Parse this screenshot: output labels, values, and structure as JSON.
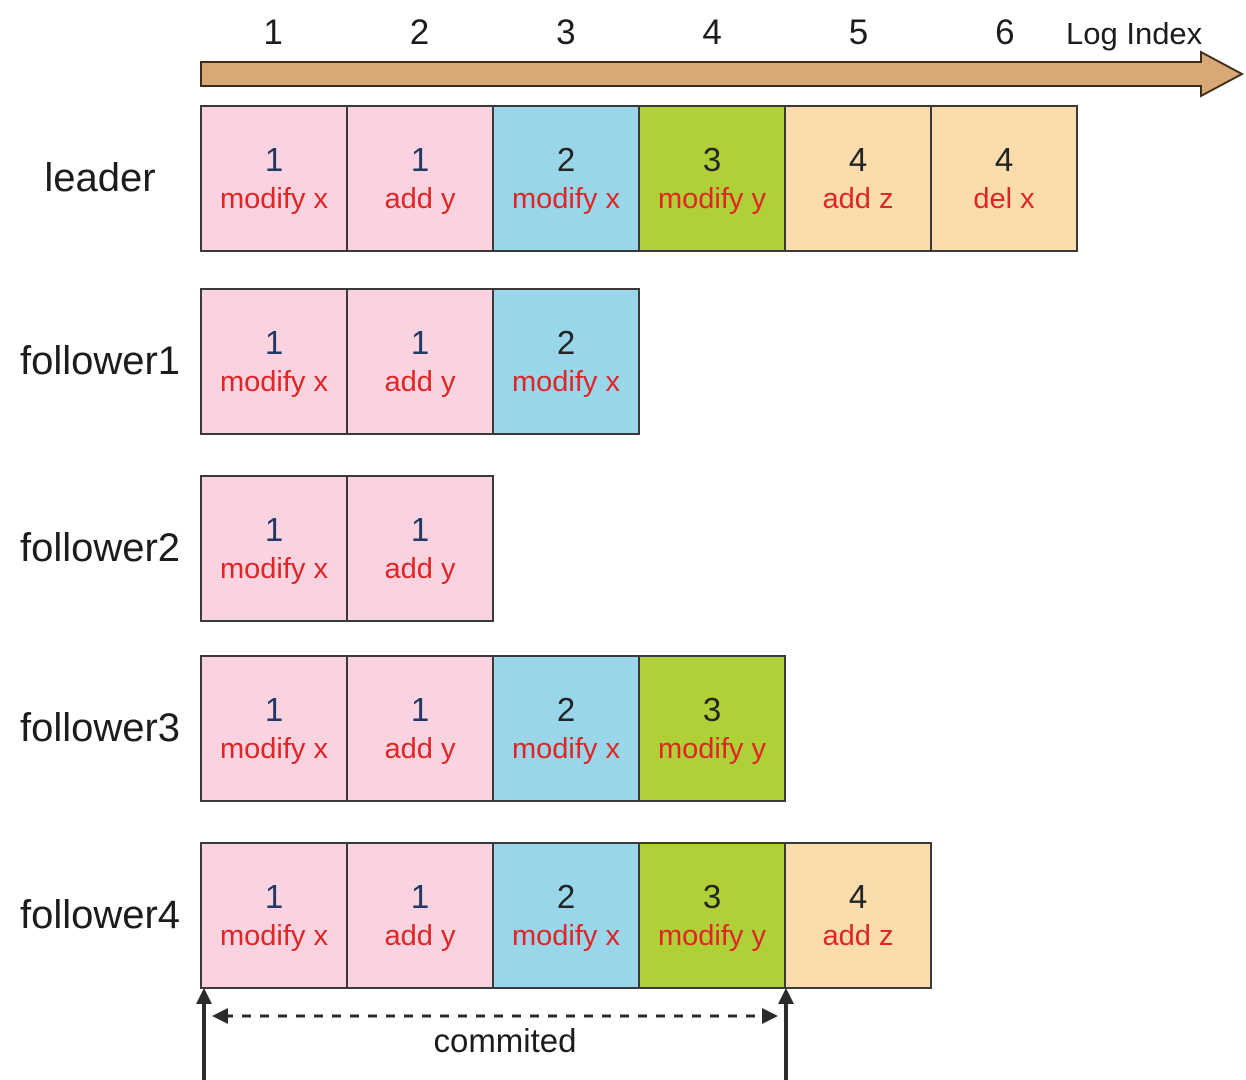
{
  "axis": {
    "label": "Log Index",
    "indices": [
      "1",
      "2",
      "3",
      "4",
      "5",
      "6"
    ]
  },
  "colors": {
    "term1_bg": "#FBD3E0",
    "term2_bg": "#99D6EA",
    "term3_bg": "#AFD036",
    "term4_bg": "#FBDCAD",
    "axis_arrow": "#D9A877",
    "axis_arrow_outline": "#3C2E1A",
    "cell_border": "#3A3A3A",
    "label_text": "#1C1C1C",
    "term_text_on_pink": "#1F3864",
    "term_text_dark": "#242424",
    "op_text": "#E02525",
    "marker": "#2B2B2B"
  },
  "rows": [
    {
      "label": "leader",
      "entries": [
        {
          "term": "1",
          "op": "modify x",
          "color": "term1_bg"
        },
        {
          "term": "1",
          "op": "add y",
          "color": "term1_bg"
        },
        {
          "term": "2",
          "op": "modify x",
          "color": "term2_bg"
        },
        {
          "term": "3",
          "op": "modify y",
          "color": "term3_bg"
        },
        {
          "term": "4",
          "op": "add z",
          "color": "term4_bg"
        },
        {
          "term": "4",
          "op": "del x",
          "color": "term4_bg"
        }
      ]
    },
    {
      "label": "follower1",
      "entries": [
        {
          "term": "1",
          "op": "modify x",
          "color": "term1_bg"
        },
        {
          "term": "1",
          "op": "add y",
          "color": "term1_bg"
        },
        {
          "term": "2",
          "op": "modify x",
          "color": "term2_bg"
        }
      ]
    },
    {
      "label": "follower2",
      "entries": [
        {
          "term": "1",
          "op": "modify x",
          "color": "term1_bg"
        },
        {
          "term": "1",
          "op": "add y",
          "color": "term1_bg"
        }
      ]
    },
    {
      "label": "follower3",
      "entries": [
        {
          "term": "1",
          "op": "modify x",
          "color": "term1_bg"
        },
        {
          "term": "1",
          "op": "add y",
          "color": "term1_bg"
        },
        {
          "term": "2",
          "op": "modify x",
          "color": "term2_bg"
        },
        {
          "term": "3",
          "op": "modify y",
          "color": "term3_bg"
        }
      ]
    },
    {
      "label": "follower4",
      "entries": [
        {
          "term": "1",
          "op": "modify x",
          "color": "term1_bg"
        },
        {
          "term": "1",
          "op": "add y",
          "color": "term1_bg"
        },
        {
          "term": "2",
          "op": "modify x",
          "color": "term2_bg"
        },
        {
          "term": "3",
          "op": "modify y",
          "color": "term3_bg"
        },
        {
          "term": "4",
          "op": "add z",
          "color": "term4_bg"
        }
      ]
    }
  ],
  "committed": {
    "label": "commited"
  }
}
